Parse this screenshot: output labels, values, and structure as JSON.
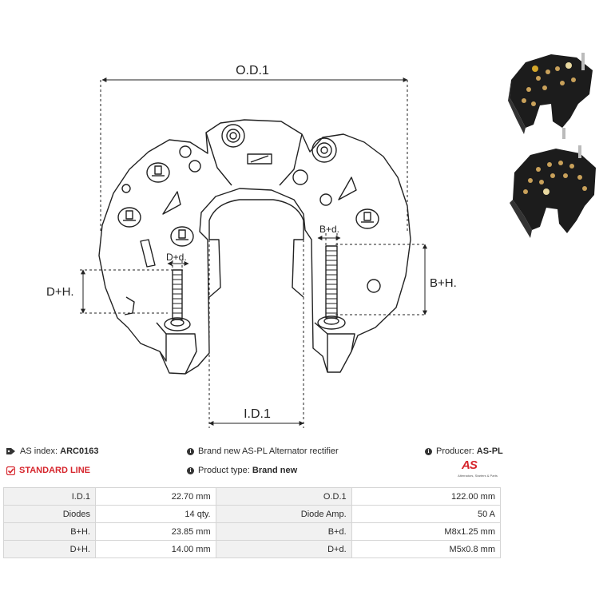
{
  "drawing": {
    "dims": {
      "od1": "O.D.1",
      "id1": "I.D.1",
      "bh": "B+H.",
      "dh": "D+H.",
      "bd": "B+d.",
      "dd": "D+d."
    }
  },
  "info": {
    "as_index_label": "AS index:",
    "as_index_value": "ARC0163",
    "standard_line": "STANDARD LINE",
    "description": "Brand new AS-PL Alternator rectifier",
    "product_type_label": "Product type:",
    "product_type_value": "Brand new",
    "producer_label": "Producer:",
    "producer_value": "AS-PL"
  },
  "logo": {
    "wordmark": "AS",
    "tagline": "Alternators, Starters & Parts"
  },
  "specs": [
    {
      "k1": "I.D.1",
      "v1": "22.70 mm",
      "k2": "O.D.1",
      "v2": "122.00 mm"
    },
    {
      "k1": "Diodes",
      "v1": "14 qty.",
      "k2": "Diode Amp.",
      "v2": "50 A"
    },
    {
      "k1": "B+H.",
      "v1": "23.85 mm",
      "k2": "B+d.",
      "v2": "M8x1.25 mm"
    },
    {
      "k1": "D+H.",
      "v1": "14.00 mm",
      "k2": "D+d.",
      "v2": "M5x0.8 mm"
    }
  ],
  "colors": {
    "accent": "#d6262d",
    "table_key_bg": "#f1f1f1",
    "table_border": "#d5d5d5"
  },
  "icons": [
    "tag-icon",
    "info-icon",
    "checkbox-icon"
  ]
}
